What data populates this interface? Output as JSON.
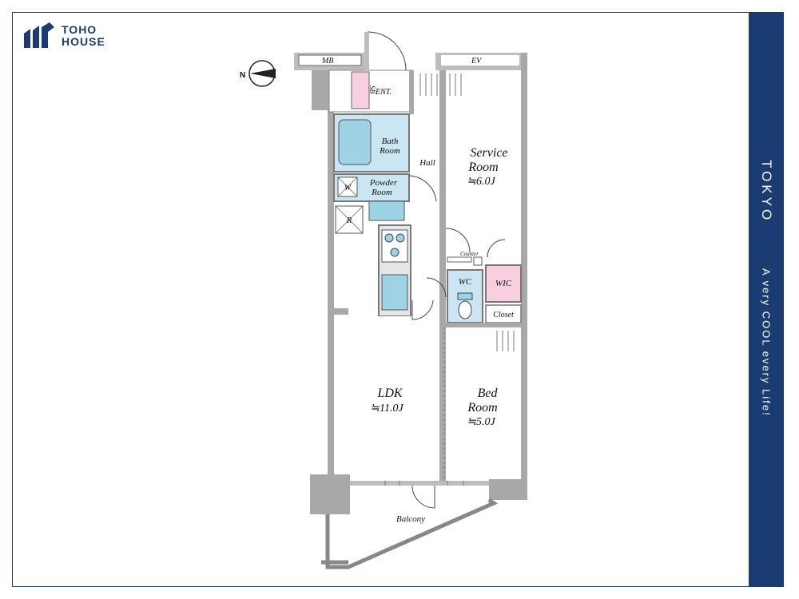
{
  "brand": {
    "logo_line1": "TOHO",
    "logo_line2": "HOUSE",
    "logo_icon": "toho-house-logo-icon",
    "color": "#1b3c73"
  },
  "sidebar": {
    "title": "TOKYO",
    "tagline": "A very COOL every Life!",
    "background": "#1b3c73"
  },
  "compass": {
    "label": "N"
  },
  "floor_plan": {
    "colors": {
      "wall": "#a8a8a8",
      "water_room": "#c9e6f2",
      "storage": "#f7cfe0",
      "fixture": "#9ed3e6"
    },
    "labels": {
      "mb": "MB",
      "ev": "EV",
      "sb": "SB",
      "entrance": "ENT.",
      "bath_line1": "Bath",
      "bath_line2": "Room",
      "hall": "Hall",
      "service_line1": "Service",
      "service_line2": "Room",
      "service_size": "≒6.0J",
      "w": "W",
      "powder_line1": "Powder",
      "powder_line2": "Room",
      "r": "R",
      "counter": "Counter",
      "wc": "WC",
      "wic": "WIC",
      "closet": "Closet",
      "ldk": "LDK",
      "ldk_size": "≒11.0J",
      "bed_line1": "Bed",
      "bed_line2": "Room",
      "bed_size": "≒5.0J",
      "balcony": "Balcony"
    }
  }
}
